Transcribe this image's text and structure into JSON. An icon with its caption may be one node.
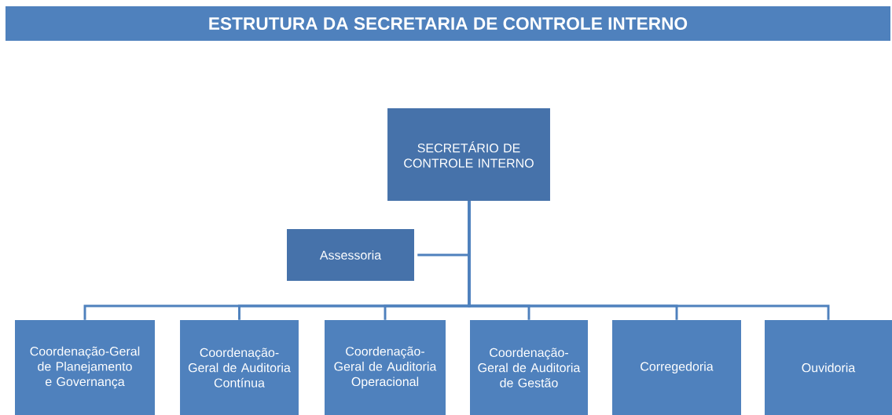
{
  "diagram": {
    "title": "ESTRUTURA DA SECRETARIA DE CONTROLE INTERNO",
    "nodes": [
      {
        "text": [
          "SECRETÁRIO DE CONTROLE INTERNO"
        ]
      },
      {
        "text": [
          "Assessoria"
        ]
      },
      {
        "text": [
          "Coordenação-Geral de Planejamento e Governança"
        ]
      },
      {
        "text": [
          "Coordenação-Geral de Auditoria Contínua"
        ]
      },
      {
        "text": [
          "Coordenação-Geral de Auditoria Operacional"
        ]
      },
      {
        "text": [
          "Coordenação-Geral de Auditoria de Gestão"
        ]
      },
      {
        "text": [
          "Corregedoria"
        ]
      },
      {
        "text": [
          "Ouvidoria"
        ]
      }
    ],
    "edges": [
      {
        "from": 0,
        "to": 1,
        "arrow": "none"
      },
      {
        "from": 0,
        "to": 2,
        "arrow": "none"
      },
      {
        "from": 0,
        "to": 3,
        "arrow": "none"
      },
      {
        "from": 0,
        "to": 4,
        "arrow": "none"
      },
      {
        "from": 0,
        "to": 5,
        "arrow": "none"
      },
      {
        "from": 0,
        "to": 6,
        "arrow": "none"
      },
      {
        "from": 0,
        "to": 7,
        "arrow": "none"
      }
    ]
  }
}
